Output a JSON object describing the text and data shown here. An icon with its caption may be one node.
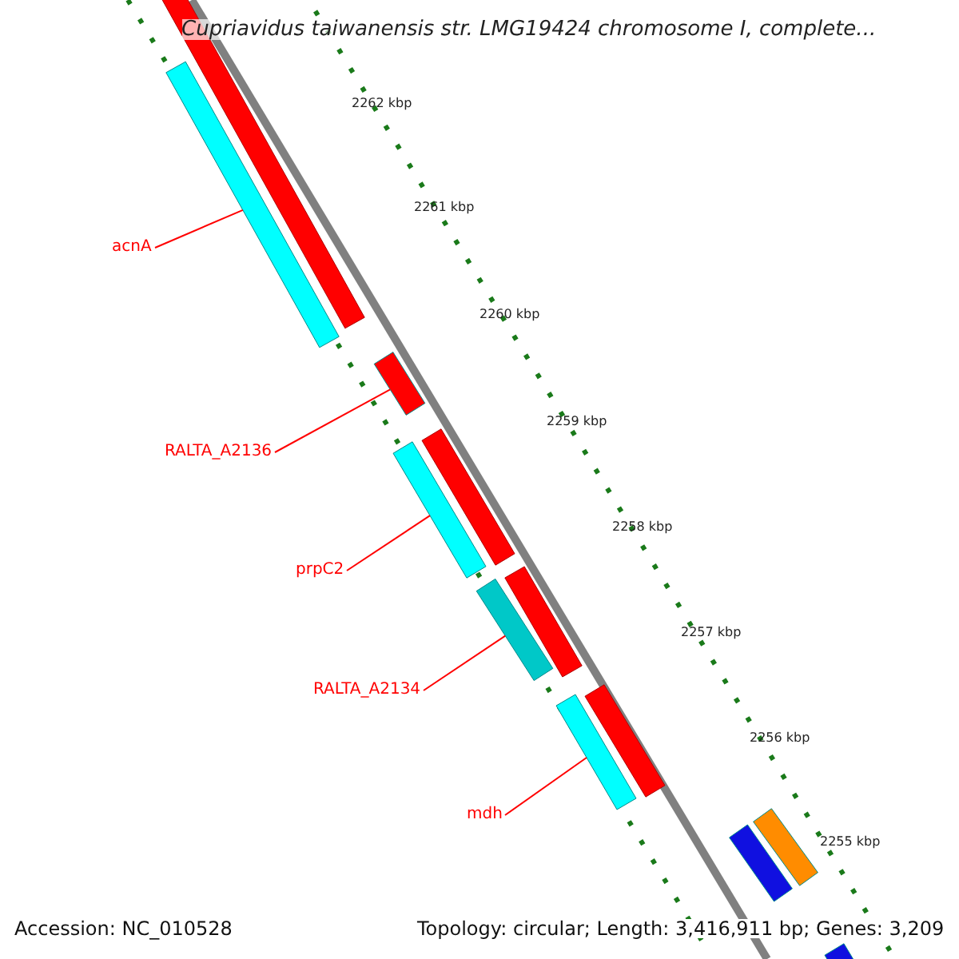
{
  "diagram": {
    "title": "Cupriavidus taiwanensis str. LMG19424 chromosome I, complete...",
    "nodes": [
      {
        "text": [
          "acnA"
        ]
      },
      {
        "text": [
          "RALTA_A2136"
        ]
      },
      {
        "text": [
          "prpC2"
        ]
      },
      {
        "text": [
          "RALTA_A2134"
        ]
      },
      {
        "text": [
          "mdh"
        ]
      },
      {
        "text": [],
        "shape": "bar"
      },
      {
        "text": [],
        "shape": "bar"
      },
      {
        "text": [],
        "shape": "bar"
      },
      {
        "text": [],
        "shape": "bar"
      },
      {
        "text": [],
        "shape": "bar"
      },
      {
        "text": [],
        "shape": "bar"
      },
      {
        "text": [],
        "shape": "bar"
      },
      {
        "text": [],
        "shape": "bar"
      }
    ],
    "edges": [
      {
        "from": 0,
        "to": 5,
        "arrow": "none",
        "color": "#ff0000"
      },
      {
        "from": 1,
        "to": 6,
        "arrow": "none",
        "color": "#ff0000"
      },
      {
        "from": 2,
        "to": 7,
        "arrow": "none",
        "color": "#ff0000"
      },
      {
        "from": 3,
        "to": 8,
        "arrow": "none",
        "color": "#ff0000"
      },
      {
        "from": 4,
        "to": 9,
        "arrow": "none",
        "color": "#ff0000"
      }
    ],
    "labels": [
      "2262 kbp",
      "2261 kbp",
      "2260 kbp",
      "2259 kbp",
      "2258 kbp",
      "2257 kbp",
      "2256 kbp",
      "2255 kbp",
      "Accession: NC_010528",
      "Topology: circular; Length: 3,416,911 bp; Genes: 3,209"
    ]
  }
}
